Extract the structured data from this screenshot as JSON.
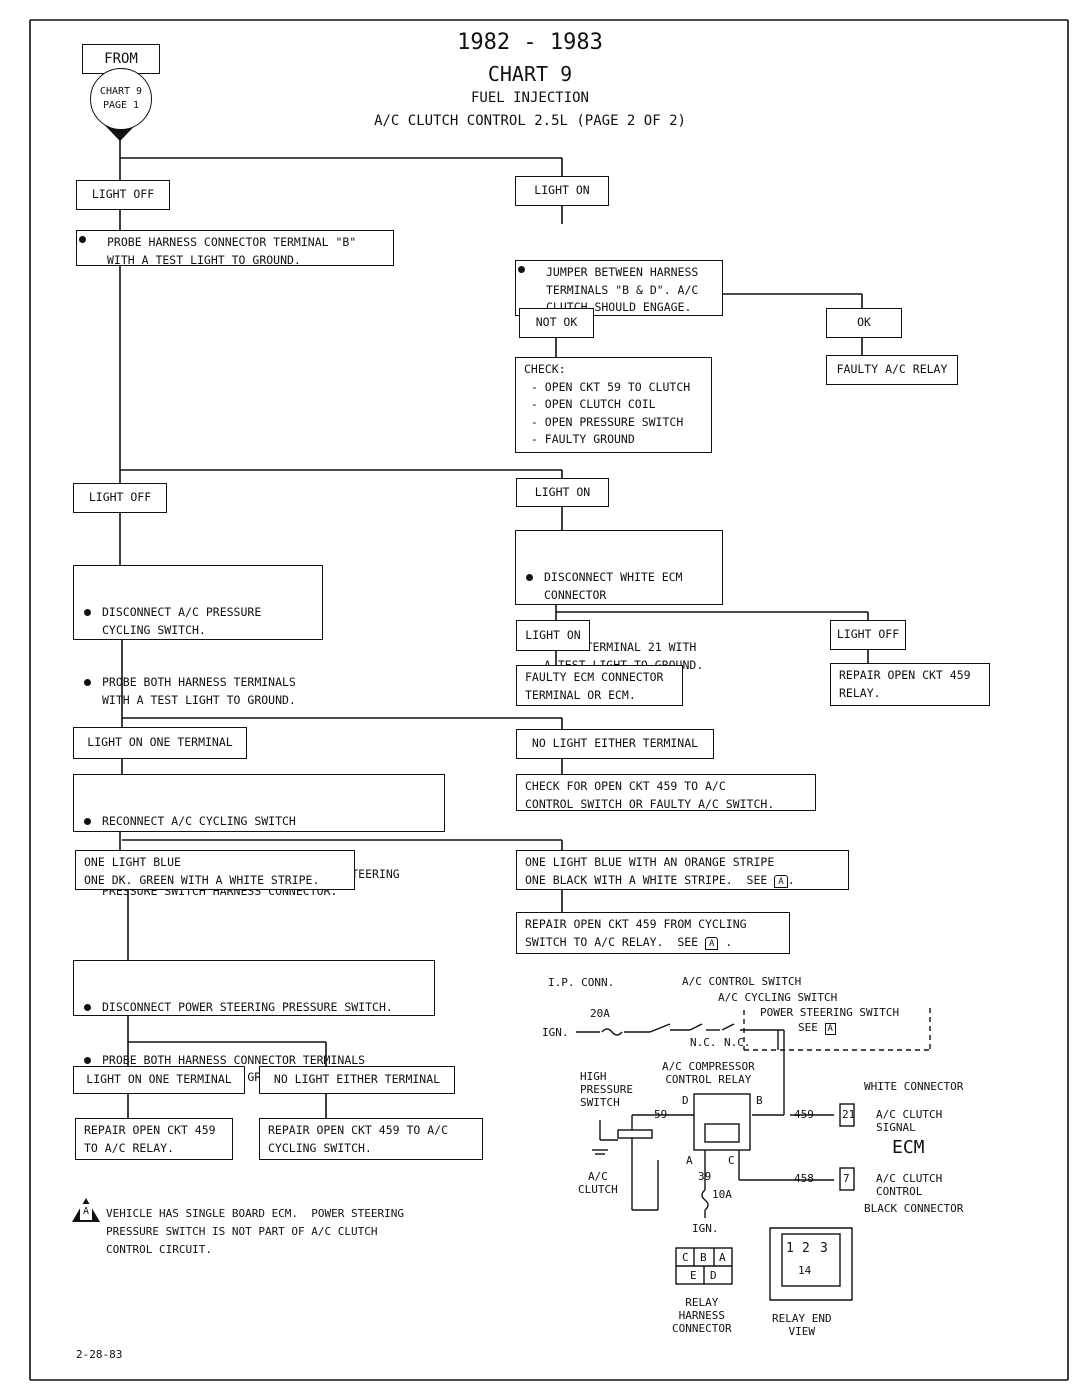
{
  "header": {
    "years": "1982 - 1983",
    "chart": "CHART 9",
    "system": "FUEL INJECTION",
    "title": "A/C CLUTCH CONTROL 2.5L (PAGE 2 OF 2)"
  },
  "start": {
    "from": "FROM",
    "ref": "CHART 9 PAGE 1"
  },
  "boxes": {
    "b1": "LIGHT OFF",
    "b2": "LIGHT ON",
    "b3": "PROBE HARNESS CONNECTOR TERMINAL \"B\"\nWITH A TEST LIGHT TO GROUND.",
    "b4": "JUMPER BETWEEN HARNESS\nTERMINALS \"B & D\". A/C\nCLUTCH SHOULD ENGAGE.",
    "b5": "NOT OK",
    "b6": "OK",
    "b7": "CHECK:\n - OPEN CKT 59 TO CLUTCH\n - OPEN CLUTCH COIL\n - OPEN PRESSURE SWITCH\n - FAULTY GROUND",
    "b8": "FAULTY A/C RELAY",
    "b9": "LIGHT OFF",
    "b10": "LIGHT ON",
    "b11": "DISCONNECT WHITE ECM\nCONNECTOR",
    "b11b": "PROBE TERMINAL 21 WITH\nA TEST LIGHT TO GROUND.",
    "b12": "DISCONNECT A/C PRESSURE\nCYCLING SWITCH.",
    "b12b": "PROBE BOTH HARNESS TERMINALS\nWITH A TEST LIGHT TO GROUND.",
    "b13": "LIGHT ON",
    "b14": "LIGHT OFF",
    "b15": "FAULTY ECM CONNECTOR\nTERMINAL OR ECM.",
    "b16": "REPAIR OPEN CKT 459\nRELAY.",
    "b17": "LIGHT ON ONE TERMINAL",
    "b18": "NO LIGHT EITHER TERMINAL",
    "b19": "RECONNECT A/C CYCLING SWITCH",
    "b19b": "CHECK COLOR OF BOTH WIRES TO POWER STEERING\nPRESSURE SWITCH HARNESS CONNECTOR.",
    "b20": "CHECK FOR OPEN CKT 459 TO A/C\nCONTROL SWITCH OR FAULTY A/C SWITCH.",
    "b21": "ONE LIGHT BLUE\nONE DK. GREEN WITH A WHITE STRIPE.",
    "b22": "ONE LIGHT BLUE WITH AN ORANGE STRIPE\nONE BLACK WITH A WHITE STRIPE.  SEE",
    "b23": "REPAIR OPEN CKT 459 FROM CYCLING\nSWITCH TO A/C RELAY.  SEE",
    "b24": "DISCONNECT POWER STEERING PRESSURE SWITCH.",
    "b24b": "PROBE BOTH HARNESS CONNECTOR TERMINALS\nWITH A TEST LIGHT TO GROUND.",
    "b25": "LIGHT ON ONE TERMINAL",
    "b26": "NO LIGHT EITHER TERMINAL",
    "b27": "REPAIR OPEN CKT 459\nTO A/C RELAY.",
    "b28": "REPAIR OPEN CKT 459 TO A/C\nCYCLING SWITCH."
  },
  "note_symbol": "A",
  "note": "VEHICLE HAS SINGLE BOARD ECM.  POWER STEERING\nPRESSURE SWITCH IS NOT PART OF A/C CLUTCH\nCONTROL CIRCUIT.",
  "schematic": {
    "ip_conn": "I.P. CONN.",
    "ac_control_switch": "A/C CONTROL SWITCH",
    "ac_cycling_switch": "A/C CYCLING SWITCH",
    "ps_switch": "POWER STEERING SWITCH",
    "see": "SEE",
    "fuse_top": "20A",
    "ign_top": "IGN.",
    "nc1": "N.C.",
    "nc2": "N.C.",
    "relay_title": "A/C COMPRESSOR\nCONTROL RELAY",
    "high_pressure": "HIGH\nPRESSURE\nSWITCH",
    "ckt59": "59",
    "term_d": "D",
    "term_b": "B",
    "term_a": "A",
    "term_c": "C",
    "ckt459": "459",
    "ckt458": "458",
    "ckt39": "39",
    "fuse_bot": "10A",
    "ign_bot": "IGN.",
    "ac_clutch": "A/C\nCLUTCH",
    "white_connector": "WHITE CONNECTOR",
    "pin21": "21",
    "pin7": "7",
    "clutch_signal": "A/C CLUTCH\nSIGNAL",
    "ecm": "ECM",
    "clutch_control": "A/C CLUTCH\nCONTROL",
    "black_connector": "BLACK CONNECTOR",
    "harness_pins_top": [
      "C",
      "B",
      "A"
    ],
    "harness_pins_bot": [
      "E",
      "D"
    ],
    "relay_harness": "RELAY\nHARNESS\nCONNECTOR",
    "relay_pins": [
      "1",
      "2",
      "3"
    ],
    "relay_pin14": "14",
    "relay_end": "RELAY END\nVIEW"
  },
  "date": "2-28-83"
}
